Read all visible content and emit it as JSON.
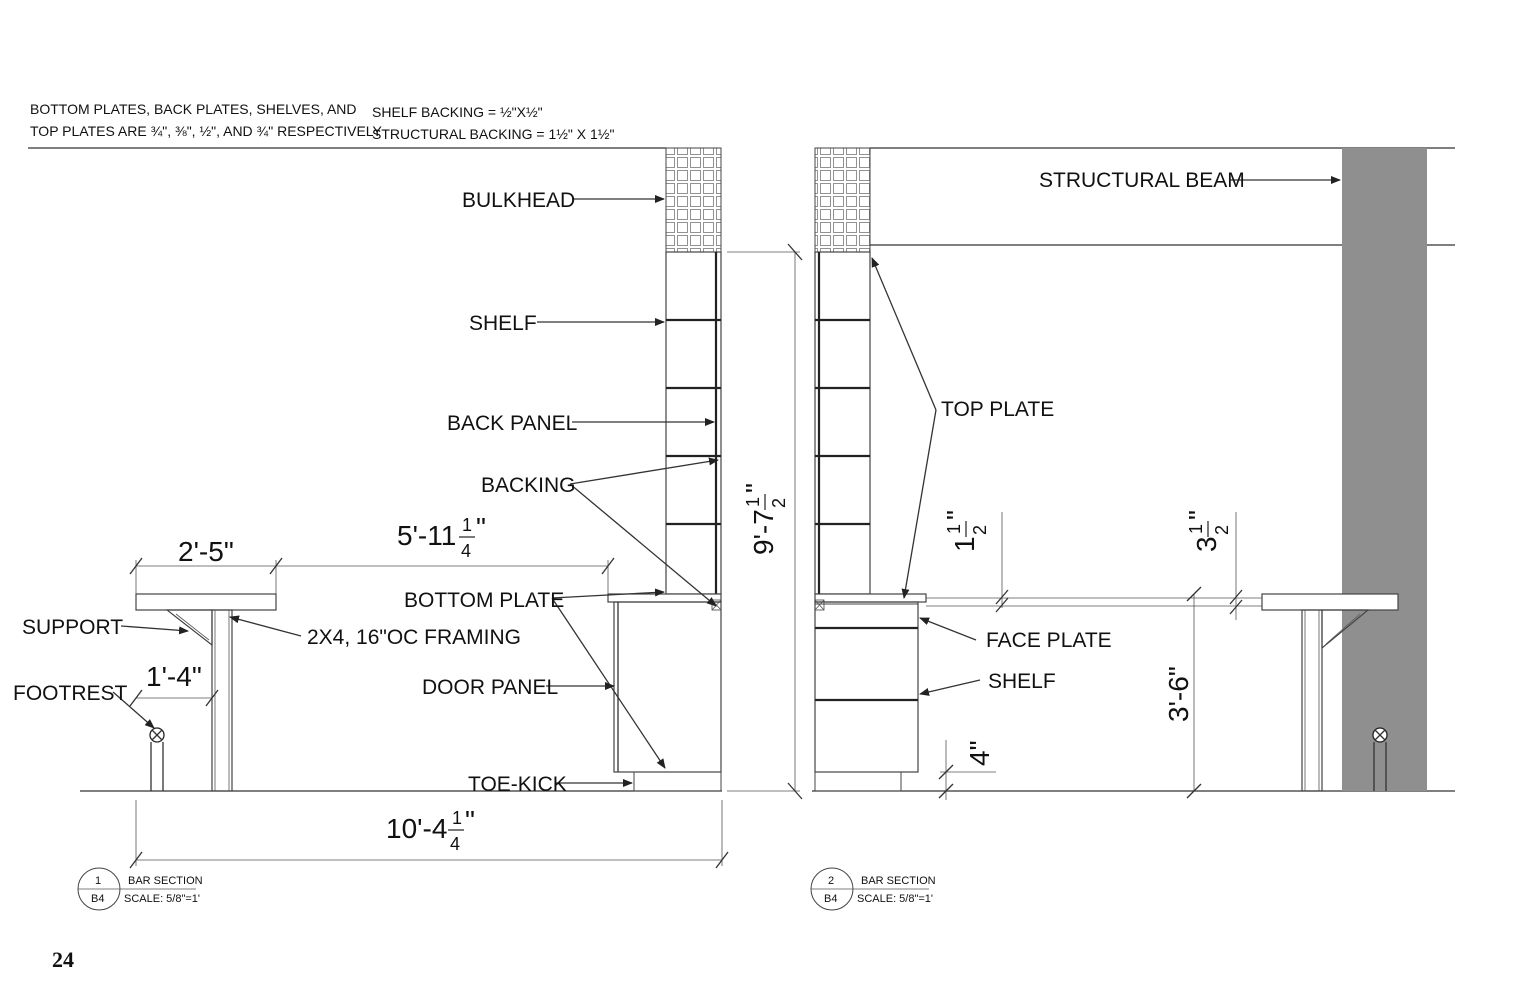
{
  "notes": {
    "plates_line1": "BOTTOM PLATES, BACK PLATES, SHELVES, AND",
    "plates_line2": "TOP PLATES ARE ¾\", ⅜\", ½\", AND ¾\" RESPECTIVELY",
    "shelf_backing": "SHELF BACKING = ½\"X½\"",
    "structural_backing": "STRUCTURAL BACKING = 1½\" X 1½\""
  },
  "section1": {
    "labels": {
      "bulkhead": "BULKHEAD",
      "shelf": "SHELF",
      "back_panel": "BACK PANEL",
      "backing": "BACKING",
      "bottom_plate": "BOTTOM PLATE",
      "door_panel": "DOOR PANEL",
      "toe_kick": "TOE-KICK",
      "support": "SUPPORT",
      "footrest": "FOOTREST",
      "framing": "2X4, 16\"OC FRAMING"
    },
    "dims": {
      "counter_width": "2'-5\"",
      "gap_whole": "5'-11",
      "gap_num": "1",
      "gap_den": "4",
      "gap_tail": "\"",
      "footrest_offset": "1'-4\"",
      "total_whole": "10'-4",
      "total_num": "1",
      "total_den": "4",
      "total_tail": "\"",
      "height_whole": "9'-7",
      "height_num": "1",
      "height_den": "2",
      "height_tail": "\""
    },
    "callout": {
      "number": "1",
      "sheet": "B4",
      "title": "BAR SECTION",
      "scale": "SCALE: 5/8\"=1'"
    }
  },
  "section2": {
    "labels": {
      "structural_beam": "STRUCTURAL BEAM",
      "top_plate": "TOP PLATE",
      "face_plate": "FACE PLATE",
      "shelf": "SHELF"
    },
    "dims": {
      "d1_whole": "1",
      "d1_num": "1",
      "d1_den": "2",
      "d1_tail": "\"",
      "d2_whole": "3",
      "d2_num": "1",
      "d2_den": "2",
      "d2_tail": "\"",
      "counter_height": "3'-6\"",
      "toe_height": "4\""
    },
    "callout": {
      "number": "2",
      "sheet": "B4",
      "title": "BAR SECTION",
      "scale": "SCALE: 5/8\"=1'"
    }
  },
  "page_number": "24",
  "colors": {
    "column": "#8f8f8f",
    "line": "#333333"
  }
}
